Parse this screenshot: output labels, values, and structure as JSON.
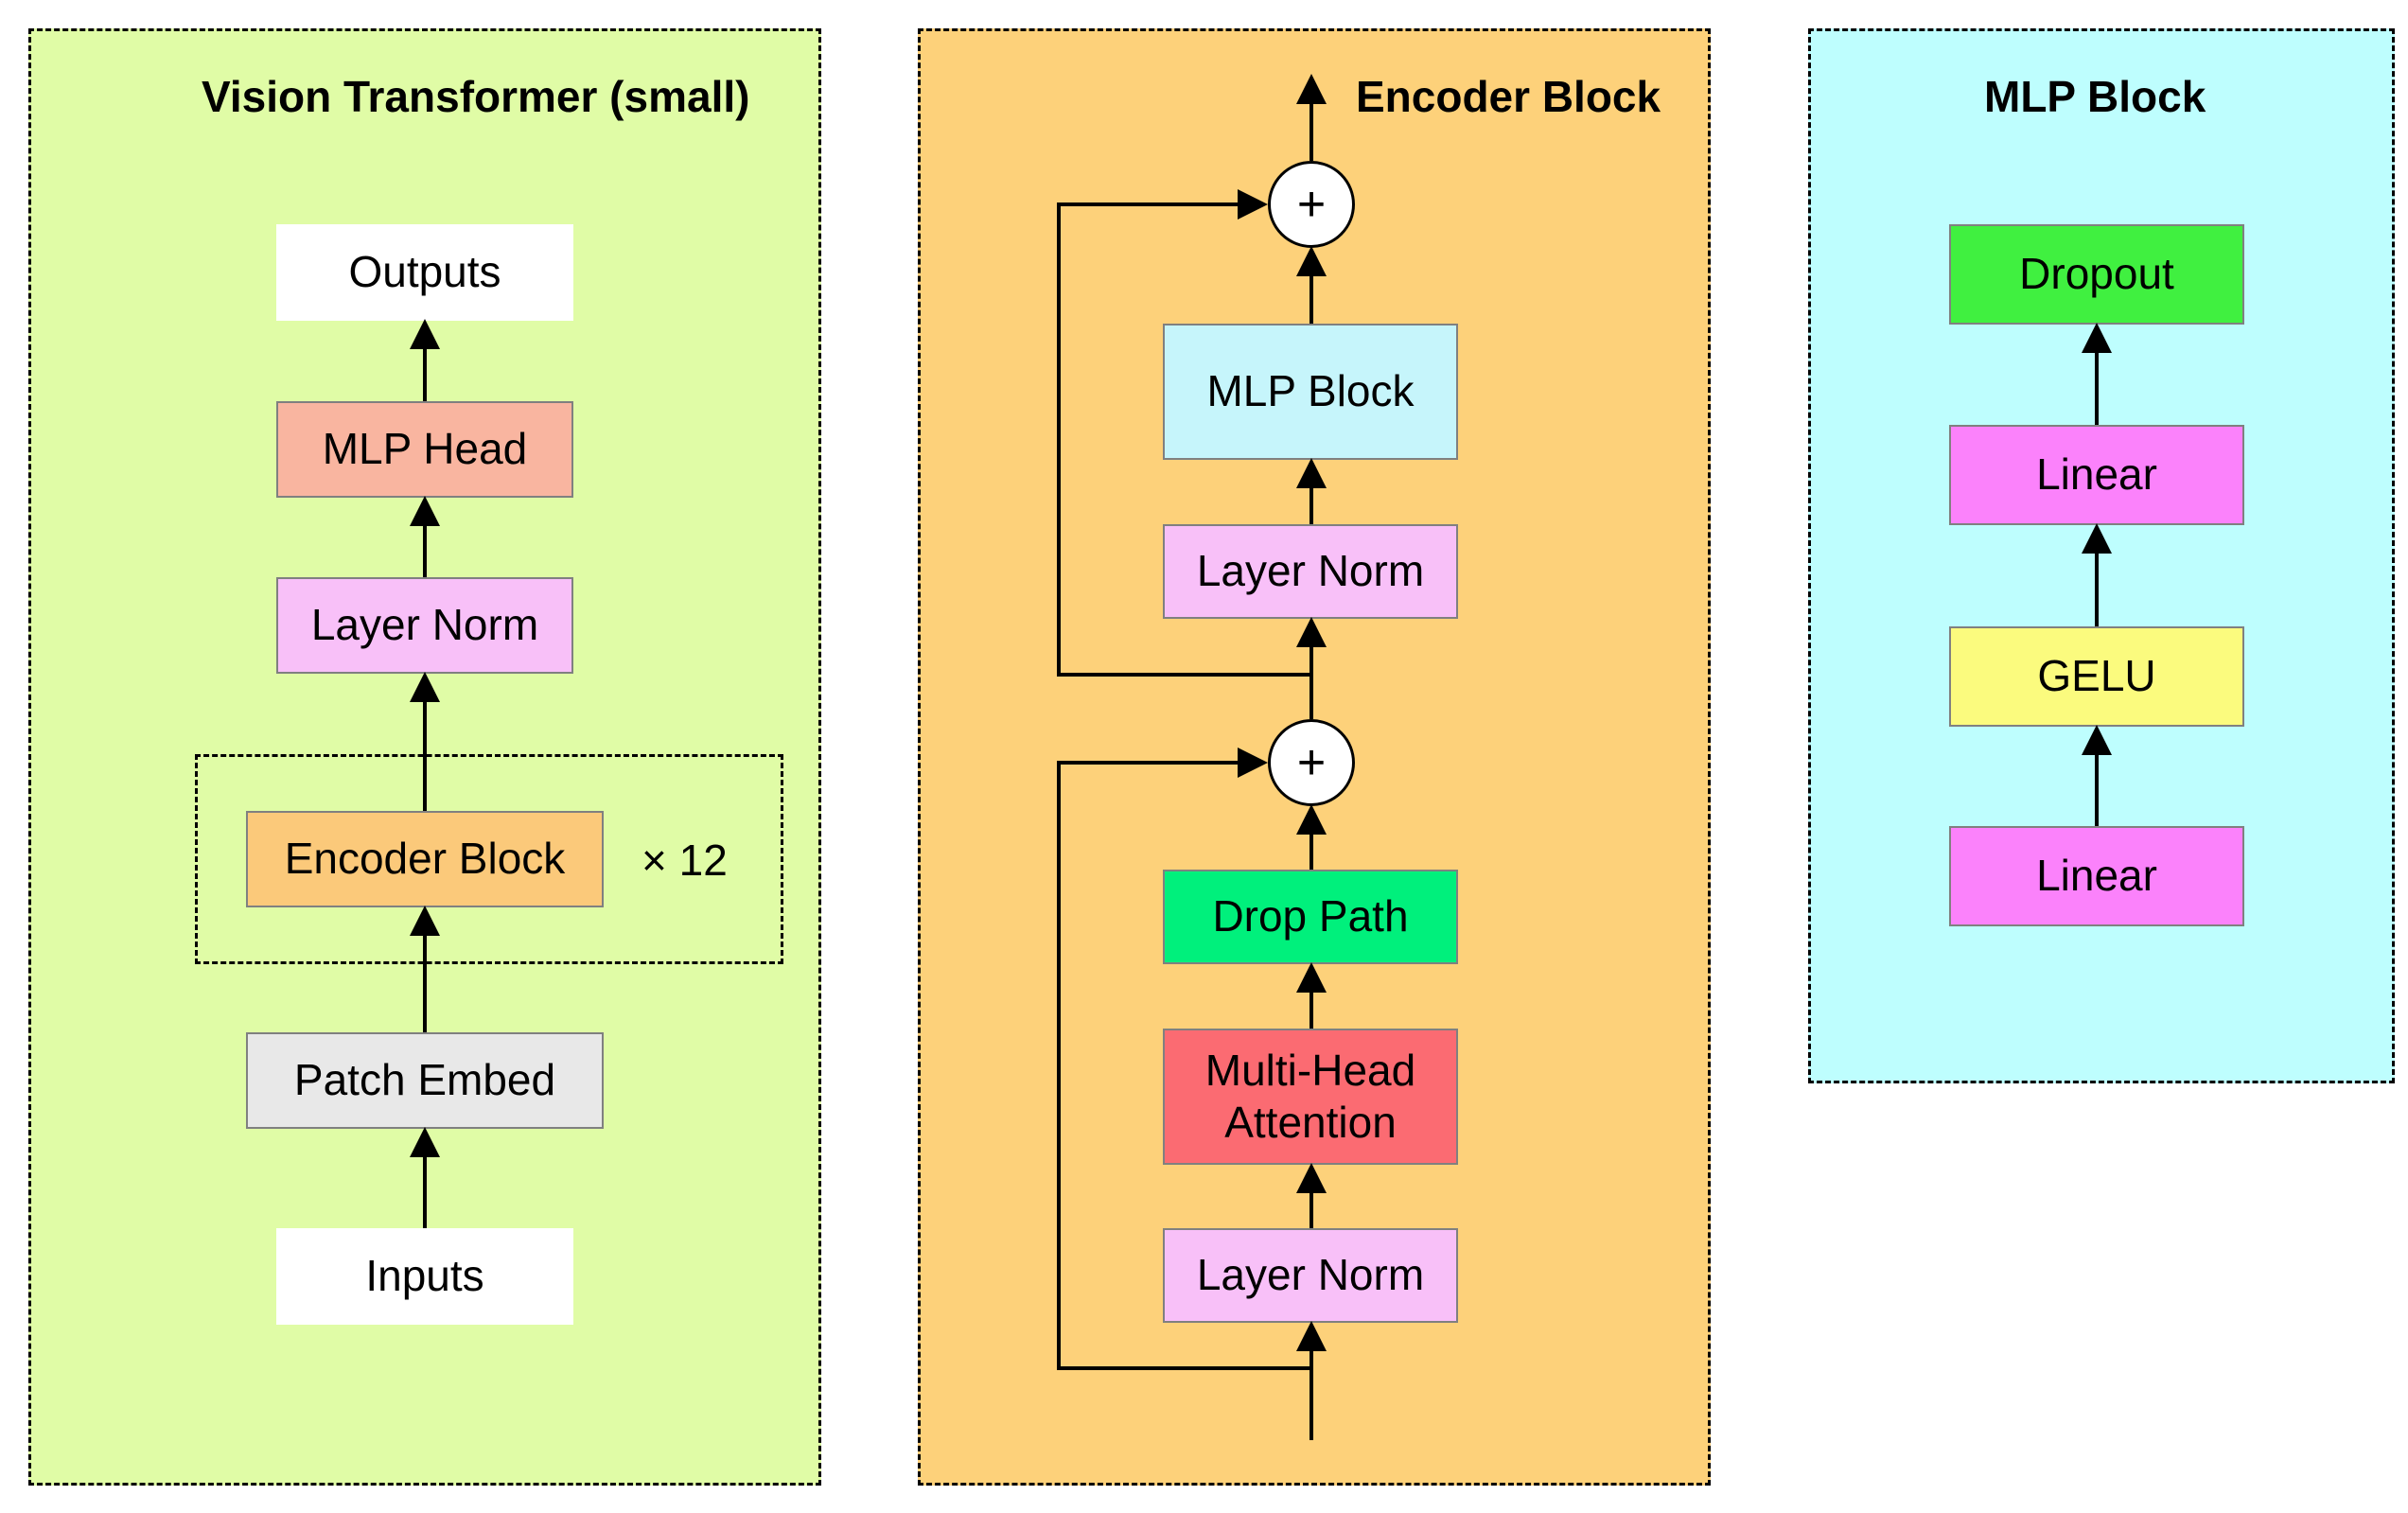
{
  "vit": {
    "title": "Vision Transformer (small)",
    "outputs": "Outputs",
    "mlp_head": "MLP Head",
    "layer_norm": "Layer Norm",
    "encoder_block": "Encoder Block",
    "repeat": "× 12",
    "patch_embed": "Patch Embed",
    "inputs": "Inputs"
  },
  "encoder": {
    "title": "Encoder Block",
    "add_symbol": "+",
    "mlp_block": "MLP Block",
    "layer_norm_top": "Layer Norm",
    "drop_path": "Drop Path",
    "mha": "Multi-Head Attention",
    "layer_norm_bottom": "Layer Norm"
  },
  "mlp": {
    "title": "MLP Block",
    "dropout": "Dropout",
    "linear_top": "Linear",
    "gelu": "GELU",
    "linear_bottom": "Linear"
  },
  "colors": {
    "vit_panel": "#e0fca6",
    "encoder_panel": "#fdd17a",
    "mlp_panel": "#befefe",
    "outputs": "#ffffff",
    "mlp_head": "#f9b5a0",
    "layer_norm": "#f8c0f8",
    "encoder_block": "#fbc97a",
    "patch_embed": "#e8e8e8",
    "inputs": "#ffffff",
    "mlp_block": "#c6f5fb",
    "drop_path": "#00f07c",
    "mha": "#fb6b72",
    "dropout": "#40f040",
    "linear": "#fb82fb",
    "gelu": "#fbfb7e"
  }
}
